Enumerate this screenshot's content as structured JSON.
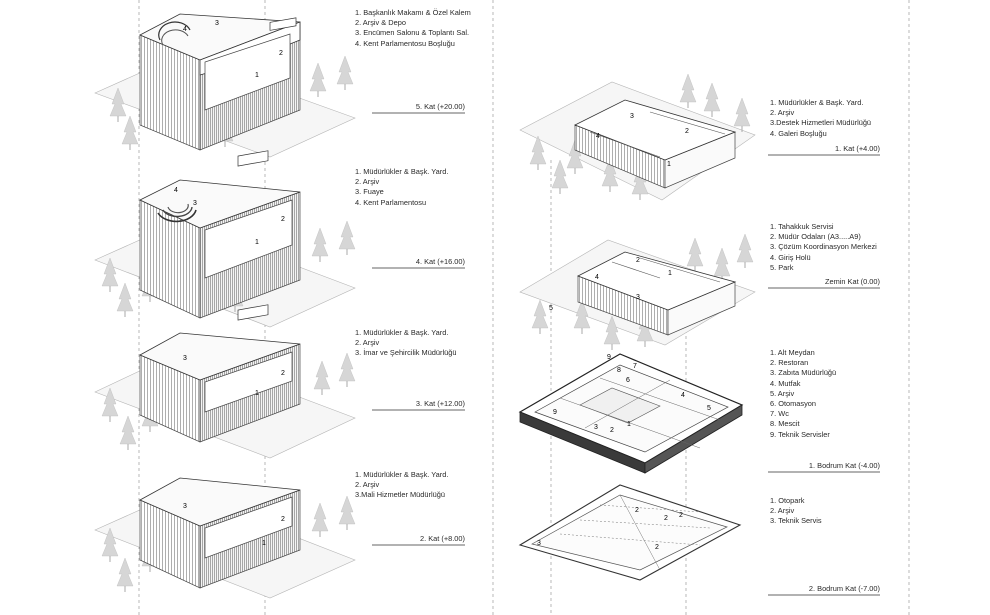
{
  "left_column": [
    {
      "level": "5. Kat (+20.00)",
      "legend": [
        "1. Başkanlık Makamı & Özel Kalem",
        "2. Arşiv & Depo",
        "3. Encümen Salonu & Toplantı Sal.",
        "4. Kent Parlamentosu Boşluğu"
      ]
    },
    {
      "level": "4. Kat (+16.00)",
      "legend": [
        "1. Müdürlükler & Başk. Yard.",
        "2. Arşiv",
        "3. Fuaye",
        "4. Kent Parlamentosu"
      ]
    },
    {
      "level": "3. Kat (+12.00)",
      "legend": [
        "1. Müdürlükler & Başk. Yard.",
        "2. Arşiv",
        "3. İmar ve Şehircilik Müdürlüğü"
      ]
    },
    {
      "level": "2. Kat (+8.00)",
      "legend": [
        "1. Müdürlükler & Başk. Yard.",
        "2. Arşiv",
        "3.Mali Hizmetler Müdürlüğü"
      ]
    }
  ],
  "right_column": [
    {
      "level": "1. Kat (+4.00)",
      "legend": [
        "1. Müdürlükler & Başk. Yard.",
        "2. Arşiv",
        "3.Destek Hizmetleri Müdürlüğü",
        "4. Galeri Boşluğu"
      ]
    },
    {
      "level": "Zemin Kat (0.00)",
      "legend": [
        "1. Tahakkuk Servisi",
        "2. Müdür Odaları (A3.....A9)",
        "3. Çözüm Koordinasyon Merkezi",
        "4. Giriş Holü",
        "5. Park"
      ]
    },
    {
      "level": "1. Bodrum Kat (-4.00)",
      "legend": [
        "1. Alt Meydan",
        "2. Restoran",
        "3. Zabıta Müdürlüğü",
        "4. Mutfak",
        "5. Arşiv",
        "6. Otomasyon",
        "7. Wc",
        "8. Mescit",
        "9. Teknik Servisler"
      ]
    },
    {
      "level": "2. Bodrum Kat (-7.00)",
      "legend": [
        "1. Otopark",
        "2. Arşiv",
        "3. Teknik Servis"
      ]
    }
  ],
  "drawing_labels": {
    "k5": [
      "1",
      "2",
      "3",
      "4"
    ],
    "k4": [
      "1",
      "2",
      "3",
      "4"
    ],
    "k3": [
      "1",
      "2",
      "3"
    ],
    "k2": [
      "1",
      "2",
      "3"
    ],
    "k1": [
      "1",
      "2",
      "3",
      "4"
    ],
    "k0": [
      "1",
      "2",
      "3",
      "4",
      "5"
    ],
    "b1": [
      "9",
      "8",
      "6",
      "7",
      "4",
      "5",
      "9",
      "3",
      "2",
      "1"
    ],
    "b2": [
      "2",
      "2",
      "2",
      "2",
      "3"
    ]
  }
}
